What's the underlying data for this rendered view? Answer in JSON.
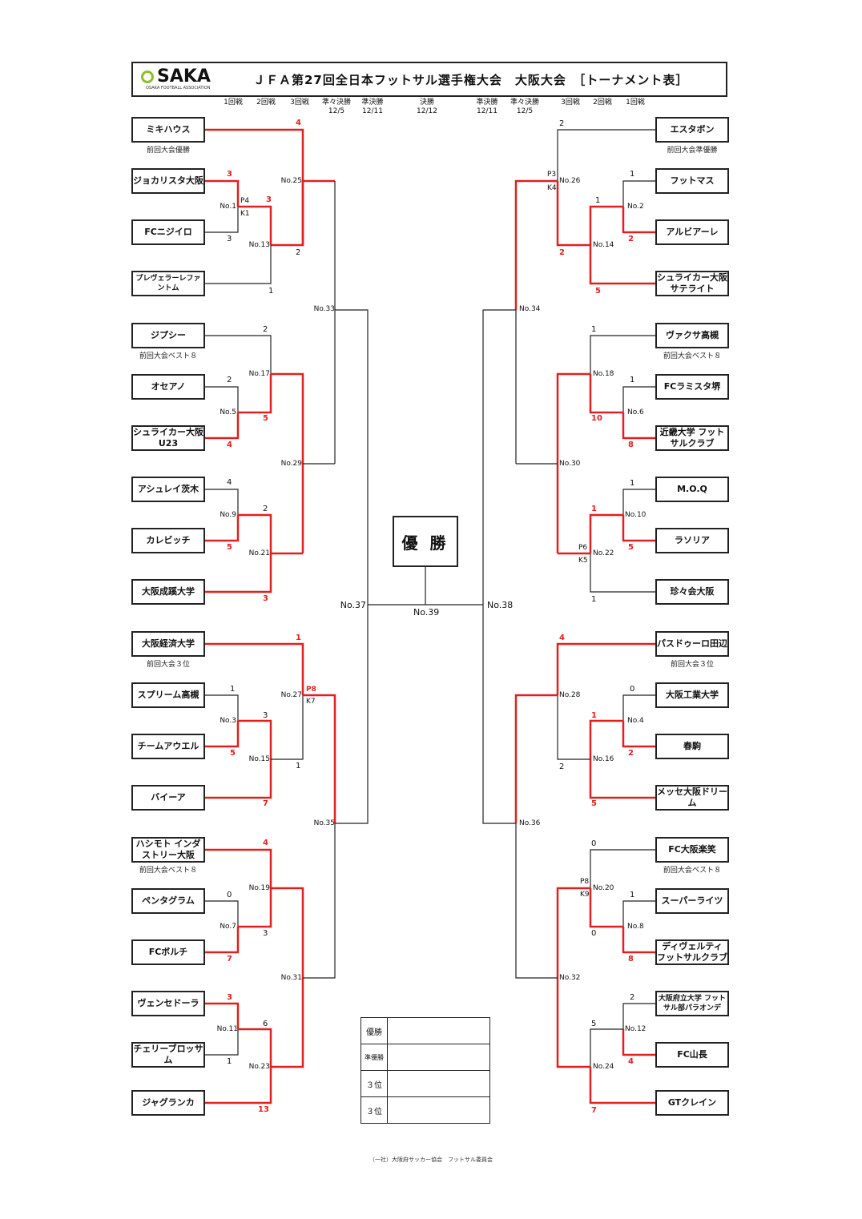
{
  "header": {
    "logo_text": "SAKA",
    "logo_sub": "OSAKA FOOTBALL ASSOCIATION",
    "title": "ＪＦＡ第27回全日本フットサル選手権大会　大阪大会　［トーナメント表］"
  },
  "rounds_left": [
    {
      "label": "1回戦",
      "date": ""
    },
    {
      "label": "2回戦",
      "date": ""
    },
    {
      "label": "3回戦",
      "date": ""
    },
    {
      "label": "準々決勝",
      "date": "12/5"
    },
    {
      "label": "準決勝",
      "date": "12/11"
    }
  ],
  "round_final": {
    "label": "決勝",
    "date": "12/12"
  },
  "rounds_right": [
    {
      "label": "準決勝",
      "date": "12/11"
    },
    {
      "label": "準々決勝",
      "date": "12/5"
    },
    {
      "label": "3回戦",
      "date": ""
    },
    {
      "label": "2回戦",
      "date": ""
    },
    {
      "label": "1回戦",
      "date": ""
    }
  ],
  "left_teams": [
    {
      "name": "ミキハウス",
      "note": "前回大会優勝"
    },
    {
      "name": "ジョカリスタ大阪",
      "note": ""
    },
    {
      "name": "FCニジイロ",
      "note": ""
    },
    {
      "name": "プレヴェラーレファントム",
      "note": ""
    },
    {
      "name": "ジプシー",
      "note": "前回大会ベスト８"
    },
    {
      "name": "オセアノ",
      "note": ""
    },
    {
      "name": "シュライカー大阪 U23",
      "note": ""
    },
    {
      "name": "アシュレイ茨木",
      "note": ""
    },
    {
      "name": "カレビッチ",
      "note": ""
    },
    {
      "name": "大阪成蹊大学",
      "note": ""
    },
    {
      "name": "大阪経済大学",
      "note": "前回大会３位"
    },
    {
      "name": "スプリーム高槻",
      "note": ""
    },
    {
      "name": "チームアウエル",
      "note": ""
    },
    {
      "name": "バイーア",
      "note": ""
    },
    {
      "name": "ハシモト インダストリー大阪",
      "note": "前回大会ベスト８"
    },
    {
      "name": "ペンタグラム",
      "note": ""
    },
    {
      "name": "FCボルチ",
      "note": ""
    },
    {
      "name": "ヴェンセドーラ",
      "note": ""
    },
    {
      "name": "チェリーブロッサム",
      "note": ""
    },
    {
      "name": "ジャグランカ",
      "note": ""
    }
  ],
  "right_teams": [
    {
      "name": "エスタボン",
      "note": "前回大会準優勝"
    },
    {
      "name": "フットマス",
      "note": ""
    },
    {
      "name": "アルビアーレ",
      "note": ""
    },
    {
      "name": "シュライカー大阪 サテライト",
      "note": ""
    },
    {
      "name": "ヴァクサ高槻",
      "note": "前回大会ベスト８"
    },
    {
      "name": "FCラミスタ堺",
      "note": ""
    },
    {
      "name": "近畿大学 フットサルクラブ",
      "note": ""
    },
    {
      "name": "M.O.Q",
      "note": ""
    },
    {
      "name": "ラソリア",
      "note": ""
    },
    {
      "name": "珍々会大阪",
      "note": ""
    },
    {
      "name": "パスドゥーロ田辺",
      "note": "前回大会３位"
    },
    {
      "name": "大阪工業大学",
      "note": ""
    },
    {
      "name": "春駒",
      "note": ""
    },
    {
      "name": "メッセ大阪ドリーム",
      "note": ""
    },
    {
      "name": "FC大阪楽笑",
      "note": "前回大会ベスト８"
    },
    {
      "name": "スーパーライツ",
      "note": ""
    },
    {
      "name": "ディヴェルティ フットサルクラブ",
      "note": ""
    },
    {
      "name": "大阪府立大学 フットサル部パラオンデ",
      "note": ""
    },
    {
      "name": "FC山長",
      "note": ""
    },
    {
      "name": "GTクレイン",
      "note": ""
    }
  ],
  "champion_label": "優 勝",
  "matches": [
    {
      "label": "No.1"
    },
    {
      "label": "No.2"
    },
    {
      "label": "No.3"
    },
    {
      "label": "No.4"
    },
    {
      "label": "No.5"
    },
    {
      "label": "No.6"
    },
    {
      "label": "No.7"
    },
    {
      "label": "No.8"
    },
    {
      "label": "No.9"
    },
    {
      "label": "No.10"
    },
    {
      "label": "No.11"
    },
    {
      "label": "No.12"
    },
    {
      "label": "No.13"
    },
    {
      "label": "No.14"
    },
    {
      "label": "No.15"
    },
    {
      "label": "No.16"
    },
    {
      "label": "No.17"
    },
    {
      "label": "No.18"
    },
    {
      "label": "No.19"
    },
    {
      "label": "No.20"
    },
    {
      "label": "No.21"
    },
    {
      "label": "No.22"
    },
    {
      "label": "No.23"
    },
    {
      "label": "No.24"
    },
    {
      "label": "No.25"
    },
    {
      "label": "No.26"
    },
    {
      "label": "No.27"
    },
    {
      "label": "No.28"
    },
    {
      "label": "No.29"
    },
    {
      "label": "No.30"
    },
    {
      "label": "No.31"
    },
    {
      "label": "No.32"
    },
    {
      "label": "No.33"
    },
    {
      "label": "No.34"
    },
    {
      "label": "No.35"
    },
    {
      "label": "No.36"
    },
    {
      "label": "No.37"
    },
    {
      "label": "No.38"
    },
    {
      "label": "No.39"
    }
  ],
  "scores": [
    {
      "text": "4",
      "winner": true
    },
    {
      "text": "3",
      "winner": true
    },
    {
      "text": "3",
      "winner": false
    },
    {
      "text": "3",
      "winner": true
    },
    {
      "text": "2",
      "winner": false
    },
    {
      "text": "1",
      "winner": false
    },
    {
      "text": "2",
      "winner": false
    },
    {
      "text": "2",
      "winner": false
    },
    {
      "text": "5",
      "winner": true
    },
    {
      "text": "4",
      "winner": true
    },
    {
      "text": "4",
      "winner": false
    },
    {
      "text": "2",
      "winner": false
    },
    {
      "text": "5",
      "winner": true
    },
    {
      "text": "3",
      "winner": true
    },
    {
      "text": "1",
      "winner": true
    },
    {
      "text": "1",
      "winner": false
    },
    {
      "text": "3",
      "winner": false
    },
    {
      "text": "5",
      "winner": true
    },
    {
      "text": "7",
      "winner": true
    },
    {
      "text": "1",
      "winner": false
    },
    {
      "text": "4",
      "winner": true
    },
    {
      "text": "0",
      "winner": false
    },
    {
      "text": "3",
      "winner": false
    },
    {
      "text": "7",
      "winner": true
    },
    {
      "text": "3",
      "winner": true
    },
    {
      "text": "6",
      "winner": false
    },
    {
      "text": "1",
      "winner": false
    },
    {
      "text": "13",
      "winner": true
    },
    {
      "text": "2",
      "winner": false
    },
    {
      "text": "1",
      "winner": false
    },
    {
      "text": "1",
      "winner": false
    },
    {
      "text": "2",
      "winner": true
    },
    {
      "text": "2",
      "winner": true
    },
    {
      "text": "5",
      "winner": true
    },
    {
      "text": "1",
      "winner": false
    },
    {
      "text": "1",
      "winner": false
    },
    {
      "text": "10",
      "winner": true
    },
    {
      "text": "8",
      "winner": true
    },
    {
      "text": "1",
      "winner": false
    },
    {
      "text": "1",
      "winner": true
    },
    {
      "text": "5",
      "winner": true
    },
    {
      "text": "1",
      "winner": false
    },
    {
      "text": "4",
      "winner": true
    },
    {
      "text": "0",
      "winner": false
    },
    {
      "text": "1",
      "winner": true
    },
    {
      "text": "2",
      "winner": true
    },
    {
      "text": "2",
      "winner": false
    },
    {
      "text": "5",
      "winner": true
    },
    {
      "text": "0",
      "winner": false
    },
    {
      "text": "1",
      "winner": false
    },
    {
      "text": "0",
      "winner": false
    },
    {
      "text": "8",
      "winner": true
    },
    {
      "text": "2",
      "winner": false
    },
    {
      "text": "5",
      "winner": false
    },
    {
      "text": "4",
      "winner": true
    },
    {
      "text": "7",
      "winner": true
    }
  ],
  "pk_notes": [
    "P4",
    "K1",
    "P3",
    "K4",
    "P6",
    "K5",
    "P8",
    "K7",
    "P8",
    "K9"
  ],
  "results_table": [
    {
      "label": "優勝",
      "value": ""
    },
    {
      "label": "準優勝",
      "value": ""
    },
    {
      "label": "３位",
      "value": ""
    },
    {
      "label": "３位",
      "value": ""
    }
  ],
  "footer": "（一社）大阪府サッカー協会　フットサル委員会",
  "colors": {
    "winner_line": "#e02020",
    "line": "#222222"
  }
}
